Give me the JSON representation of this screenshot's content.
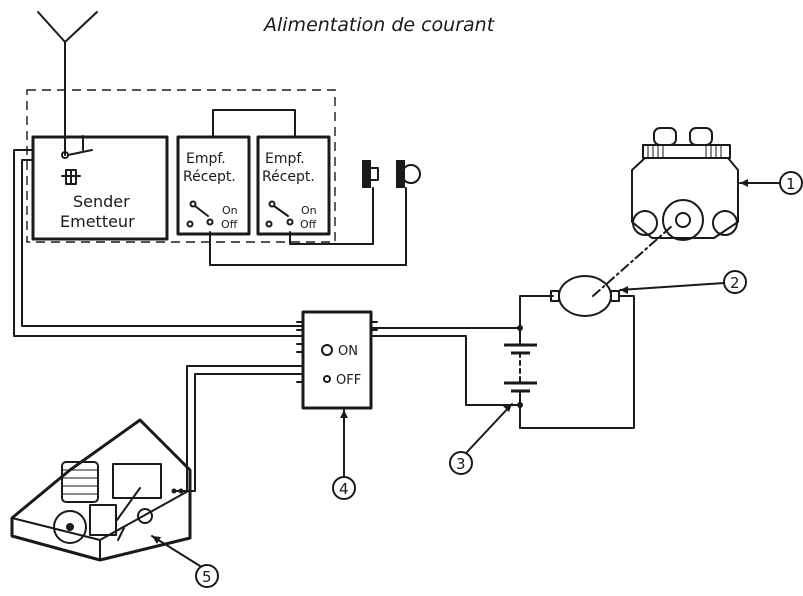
{
  "title": "Alimentation de courant",
  "transmitter": {
    "line1": "Sender",
    "line2": "Emetteur"
  },
  "receiver_1": {
    "line1": "Empf.",
    "line2": "Récept.",
    "on": "On",
    "off": "Off"
  },
  "receiver_2": {
    "line1": "Empf.",
    "line2": "Récept.",
    "on": "On",
    "off": "Off"
  },
  "switch_box": {
    "on": "ON",
    "off": "OFF"
  },
  "callouts": [
    "1",
    "2",
    "3",
    "4",
    "5"
  ]
}
